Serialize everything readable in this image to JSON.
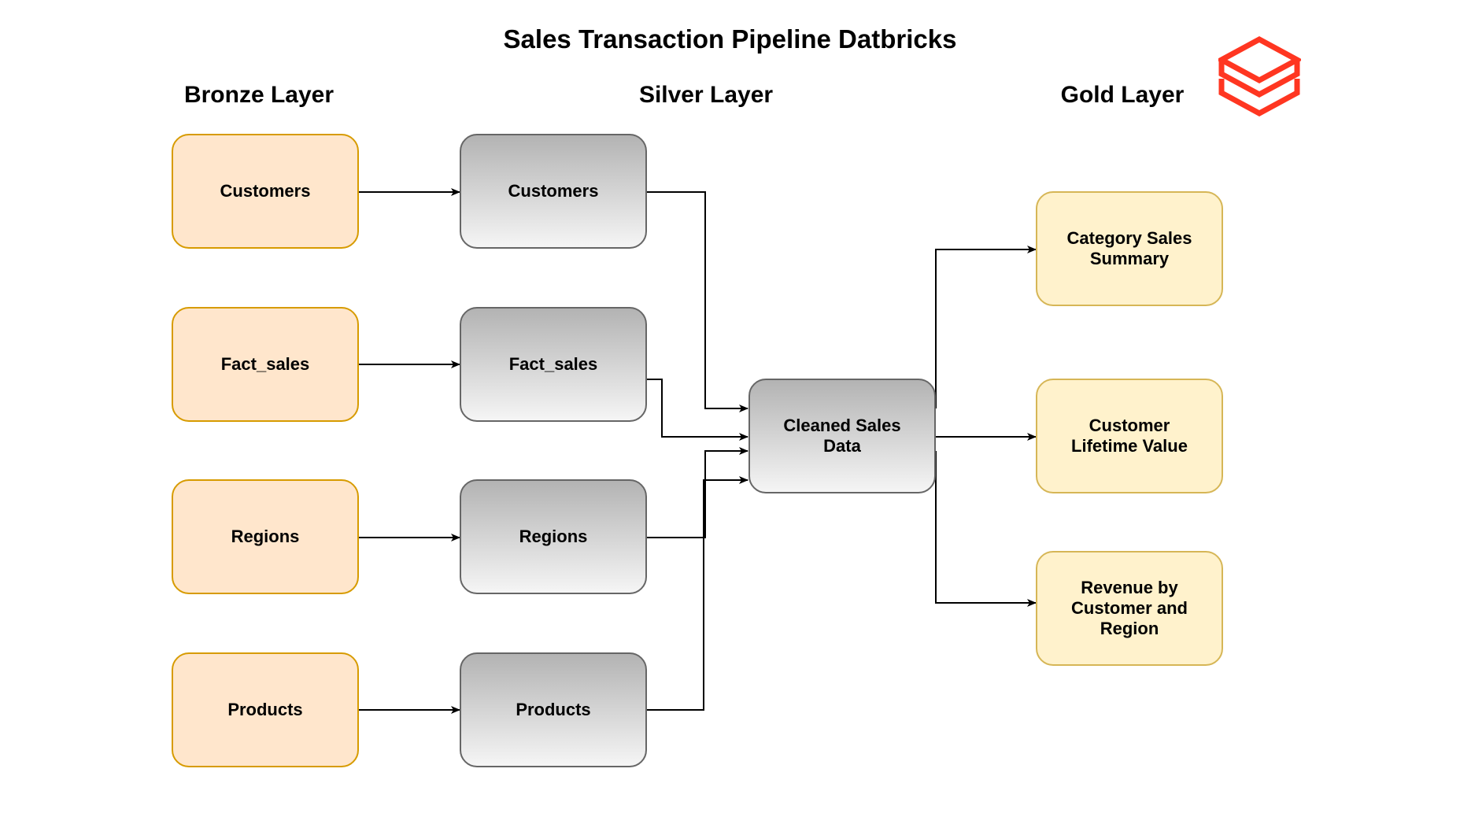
{
  "title": "Sales Transaction Pipeline Datbricks",
  "layers": {
    "bronze": "Bronze Layer",
    "silver": "Silver Layer",
    "gold": "Gold Layer"
  },
  "nodes": {
    "bronze_customers": "Customers",
    "bronze_fact_sales": "Fact_sales",
    "bronze_regions": "Regions",
    "bronze_products": "Products",
    "silver_customers": "Customers",
    "silver_fact_sales": "Fact_sales",
    "silver_regions": "Regions",
    "silver_products": "Products",
    "cleaned": "Cleaned Sales\nData",
    "gold_category": "Category Sales\nSummary",
    "gold_clv": "Customer\nLifetime Value",
    "gold_revenue": "Revenue by\nCustomer and\nRegion"
  },
  "colors": {
    "bronze_fill": "#ffe6cc",
    "bronze_stroke": "#d79b00",
    "silver_fill_top": "#b3b3b3",
    "silver_fill_bottom": "#f5f5f5",
    "silver_stroke": "#666666",
    "gold_fill": "#fff2cc",
    "gold_stroke": "#d6b656",
    "logo": "#ff3621"
  },
  "logo_icon": "databricks-logo"
}
